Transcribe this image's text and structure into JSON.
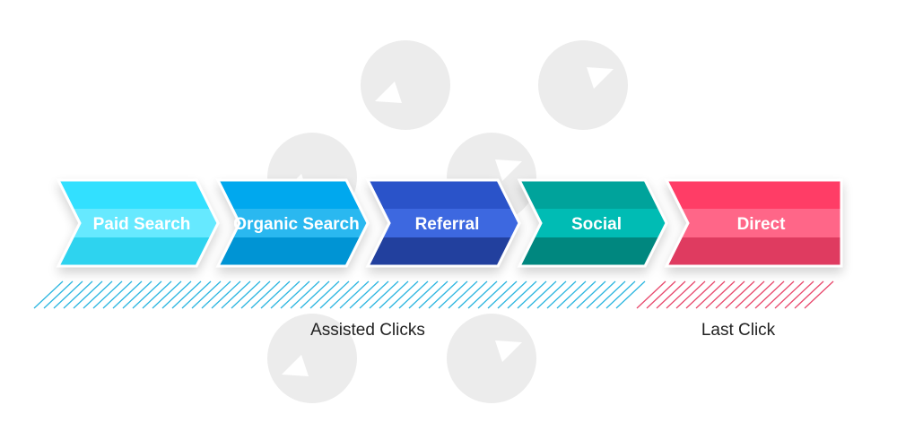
{
  "diagram": {
    "segments": [
      {
        "label": "Paid Search",
        "top": "#33e0ff",
        "mid": "#66e9ff",
        "bottom": "#2dd3ef"
      },
      {
        "label": "Organic Search",
        "top": "#00a8ee",
        "mid": "#2ab8f0",
        "bottom": "#0094d4"
      },
      {
        "label": "Referral",
        "top": "#2b52c9",
        "mid": "#3d68e0",
        "bottom": "#233f9e"
      },
      {
        "label": "Social",
        "top": "#00a39b",
        "mid": "#00bcb4",
        "bottom": "#00877f"
      },
      {
        "label": "Direct",
        "top": "#ff3e66",
        "mid": "#ff6688",
        "bottom": "#df3a60"
      }
    ],
    "captions": {
      "assisted": "Assisted Clicks",
      "last": "Last Click"
    },
    "colors": {
      "assisted_hatch": "#2cb6e0",
      "last_hatch": "#e8486c",
      "watermark": "#ececec"
    }
  }
}
